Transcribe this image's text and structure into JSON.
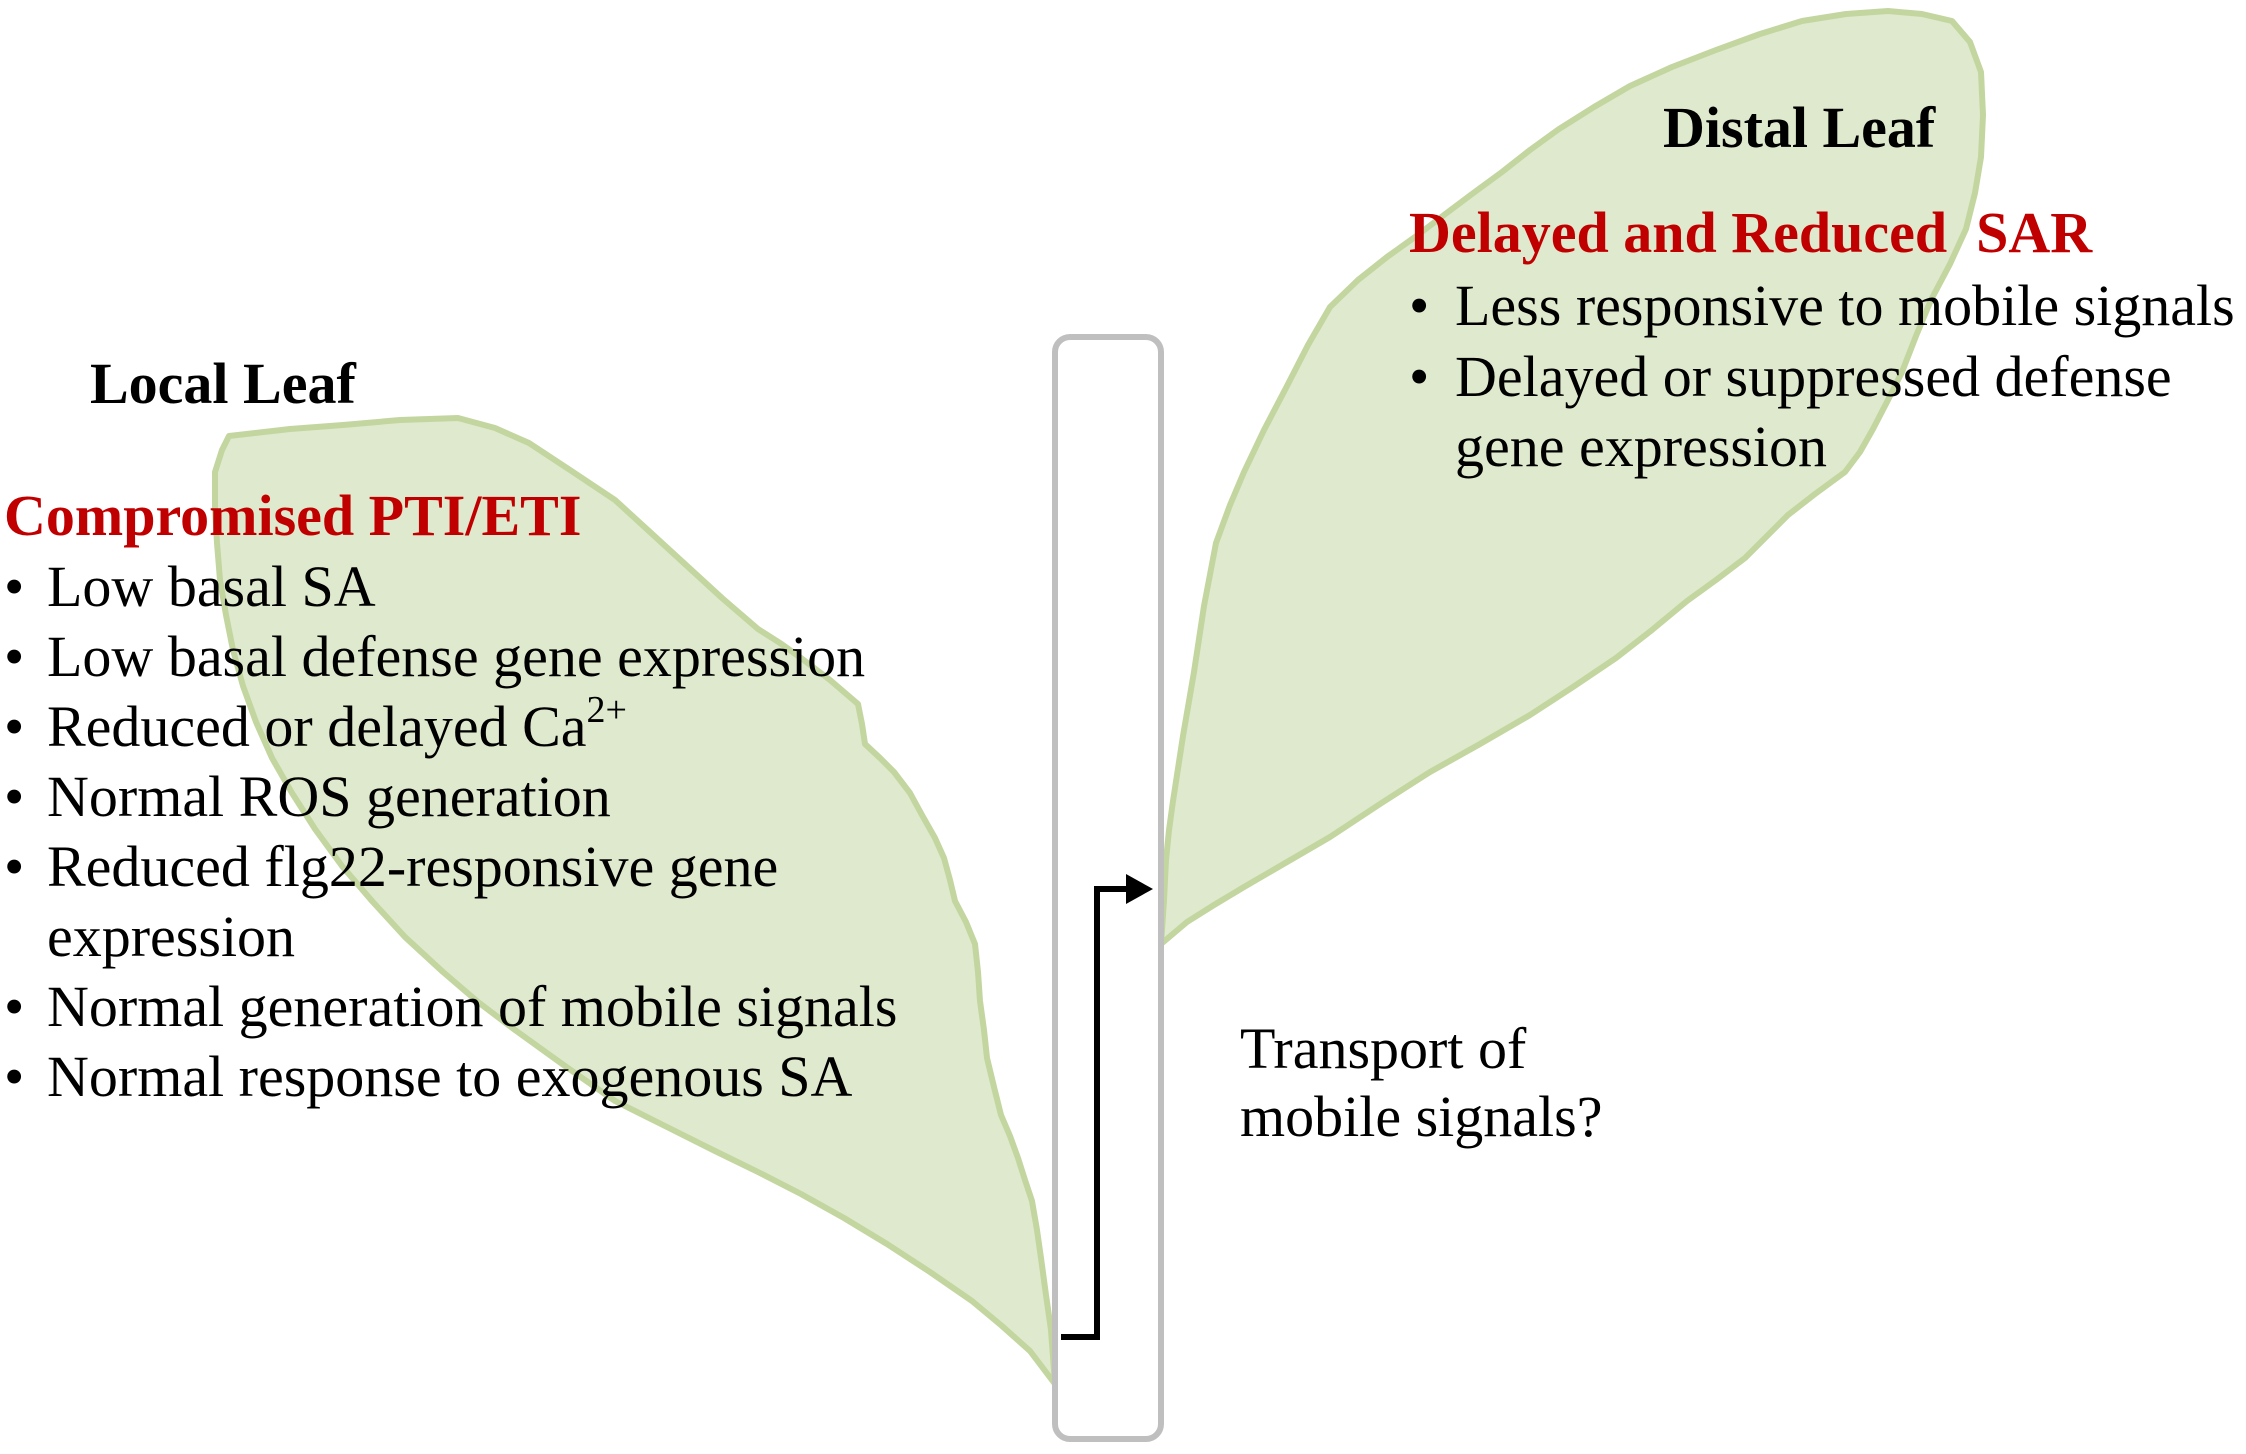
{
  "colors": {
    "leaf_fill": "#dfe9cd",
    "leaf_stroke": "#c3d6a0",
    "heading_red": "#c00000",
    "text": "#000000",
    "stem_stroke": "#bfbfbf",
    "arrow": "#000000"
  },
  "local_leaf": {
    "title": "Local Leaf",
    "heading": "Compromised PTI/ETI",
    "bullet": "•",
    "items": [
      {
        "text": "Low basal SA"
      },
      {
        "text": "Low basal defense gene expression"
      },
      {
        "text": "Reduced or delayed Ca",
        "superscript": "2+"
      },
      {
        "text": "Normal ROS generation"
      },
      {
        "text": "Reduced flg22-responsive gene",
        "continuation": "expression"
      },
      {
        "text": "Normal generation of mobile signals"
      },
      {
        "text": "Normal response to exogenous SA"
      }
    ]
  },
  "distal_leaf": {
    "title": "Distal Leaf",
    "heading": "Delayed and Reduced  SAR",
    "bullet": "•",
    "items": [
      {
        "text": "Less responsive to mobile signals"
      },
      {
        "text": "Delayed or suppressed defense",
        "continuation": "gene expression"
      }
    ]
  },
  "transport_label": {
    "line1": "Transport of",
    "line2": "mobile signals?"
  }
}
